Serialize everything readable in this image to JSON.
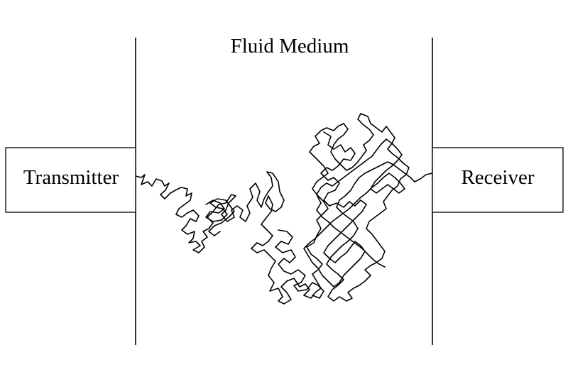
{
  "medium": {
    "label": "Fluid Medium"
  },
  "transmitter": {
    "label": "Transmitter"
  },
  "receiver": {
    "label": "Receiver"
  },
  "colors": {
    "stroke": "#000000",
    "background": "#ffffff"
  }
}
